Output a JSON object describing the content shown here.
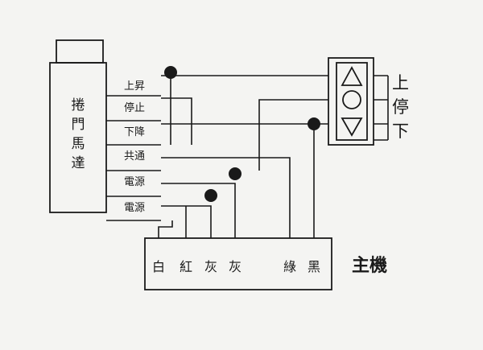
{
  "motor": {
    "label_chars": [
      "捲",
      "門",
      "馬",
      "達"
    ],
    "terminals": [
      "上昇",
      "停止",
      "下降",
      "共通",
      "電源",
      "電源"
    ]
  },
  "switch": {
    "labels": [
      "上",
      "停",
      "下"
    ]
  },
  "main_unit": {
    "label": "主機",
    "terminals": [
      "白",
      "紅",
      "灰",
      "灰",
      "綠",
      "黑"
    ]
  },
  "colors": {
    "line": "#1a1a1a",
    "background": "#f4f4f2"
  }
}
